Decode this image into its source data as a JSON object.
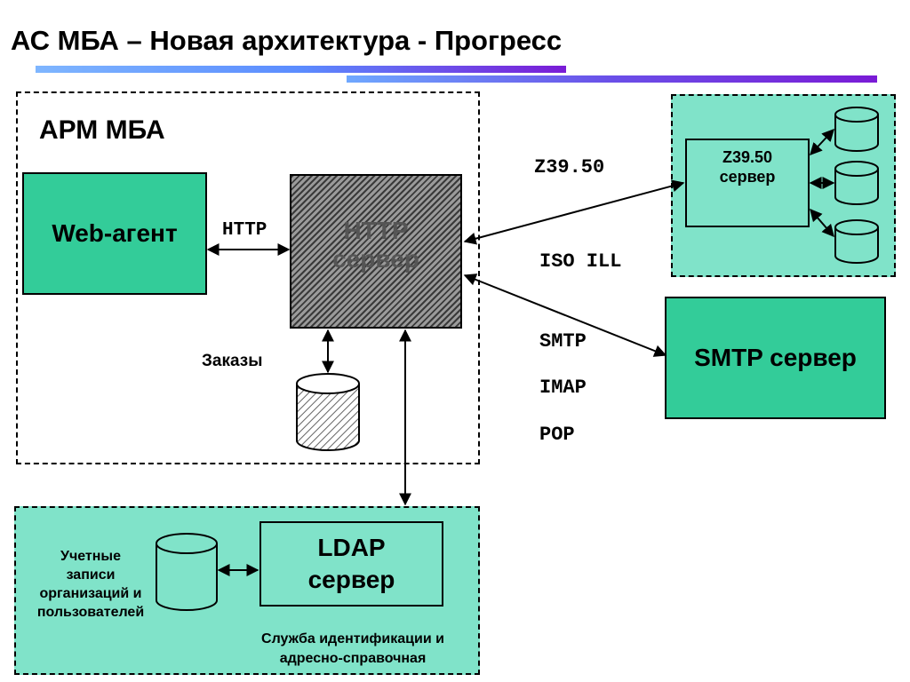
{
  "title": "АС МБА – Новая архитектура - Прогресс",
  "arm": {
    "title": "АРМ МБА"
  },
  "web_agent": {
    "label": "Web-агент"
  },
  "http_link": {
    "label": "HTTP"
  },
  "http_server": {
    "line1": "HTTP",
    "line2": "сервер"
  },
  "orders": {
    "label": "Заказы"
  },
  "z3950_server": {
    "line1": "Z39.50",
    "line2": "сервер"
  },
  "protocols": {
    "z3950": "Z39.50",
    "iso_ill": "ISO ILL",
    "smtp": "SMTP",
    "imap": "IMAP",
    "pop": "POP"
  },
  "smtp_server": {
    "label": "SMTP сервер"
  },
  "ldap_server": {
    "line1": "LDAP",
    "line2": "сервер"
  },
  "accounts": {
    "line1": "Учетные",
    "line2": "записи",
    "line3": "организаций и",
    "line4": "пользователей"
  },
  "ldap_service": {
    "line1": "Служба идентификации и",
    "line2": "адресно-справочная"
  },
  "colors": {
    "light_green": "#80e3c9",
    "box_green": "#33cc99",
    "bar_blue": "#6fa8ff",
    "bar_purple": "#7a1bd6"
  }
}
